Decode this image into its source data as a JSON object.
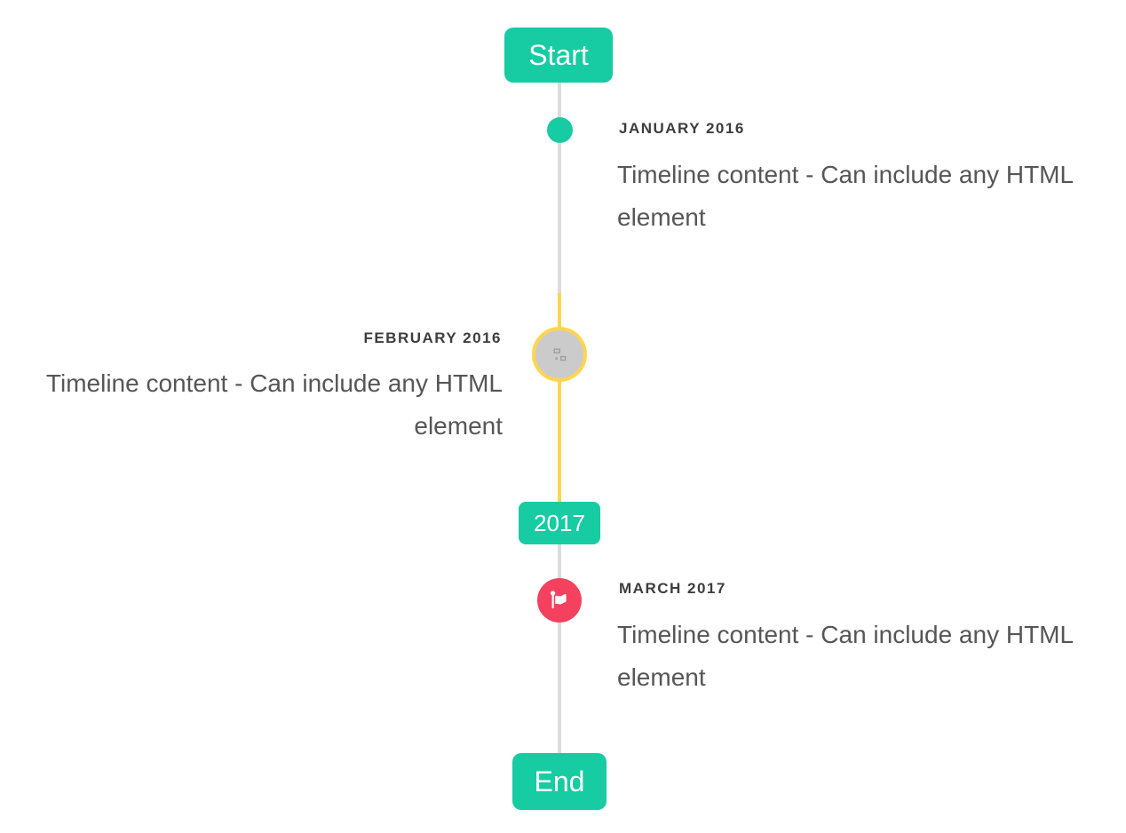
{
  "colors": {
    "accent": "#17cba2",
    "highlight": "#ffd54f",
    "line": "#dcdcdc",
    "marker_gray": "#cbcbcb",
    "marker_red": "#f4415f",
    "title_text": "#3d3d3d",
    "content_text": "#565656"
  },
  "timeline": {
    "start_label": "Start",
    "year_badge": "2017",
    "end_label": "End",
    "items": [
      {
        "title": "JANUARY 2016",
        "content": "Timeline content - Can include any HTML element",
        "marker": "teal-dot",
        "side": "right"
      },
      {
        "title": "FEBRUARY 2016",
        "content": "Timeline content - Can include any HTML element",
        "marker": "image-circle-highlighted",
        "side": "left"
      },
      {
        "title": "MARCH 2017",
        "content": "Timeline content - Can include any HTML element",
        "marker": "red-flag-circle",
        "side": "right"
      }
    ]
  }
}
